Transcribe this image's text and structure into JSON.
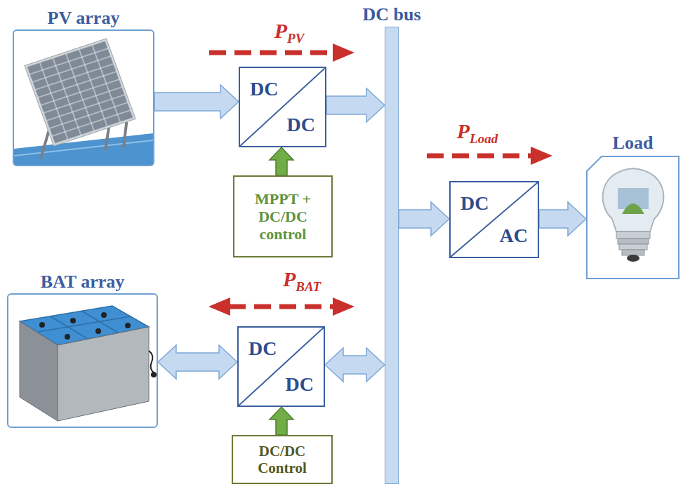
{
  "diagram": {
    "nodes": [
      {
        "text": [
          "PV array"
        ]
      },
      {
        "text": [
          "DC",
          "DC"
        ]
      },
      {
        "text": [
          "MPPT + DC/DC control"
        ]
      },
      {
        "text": [
          "DC bus"
        ]
      },
      {
        "text": [
          "DC",
          "AC"
        ]
      },
      {
        "text": [
          "Load"
        ]
      },
      {
        "text": [
          "BAT array"
        ]
      },
      {
        "text": [
          "DC",
          "DC"
        ]
      },
      {
        "text": [
          "DC/DC Control"
        ]
      }
    ],
    "edges": [
      {
        "from": 0,
        "to": 1,
        "arrow": "to"
      },
      {
        "from": 1,
        "to": 3,
        "arrow": "to"
      },
      {
        "from": 2,
        "to": 1,
        "arrow": "to"
      },
      {
        "from": 3,
        "to": 4,
        "arrow": "to"
      },
      {
        "from": 4,
        "to": 5,
        "arrow": "to"
      },
      {
        "from": 6,
        "to": 7,
        "arrow": "both"
      },
      {
        "from": 7,
        "to": 3,
        "arrow": "both"
      },
      {
        "from": 8,
        "to": 7,
        "arrow": "to"
      }
    ],
    "labels": [
      "PPV",
      "PLoad",
      "PBAT"
    ]
  }
}
